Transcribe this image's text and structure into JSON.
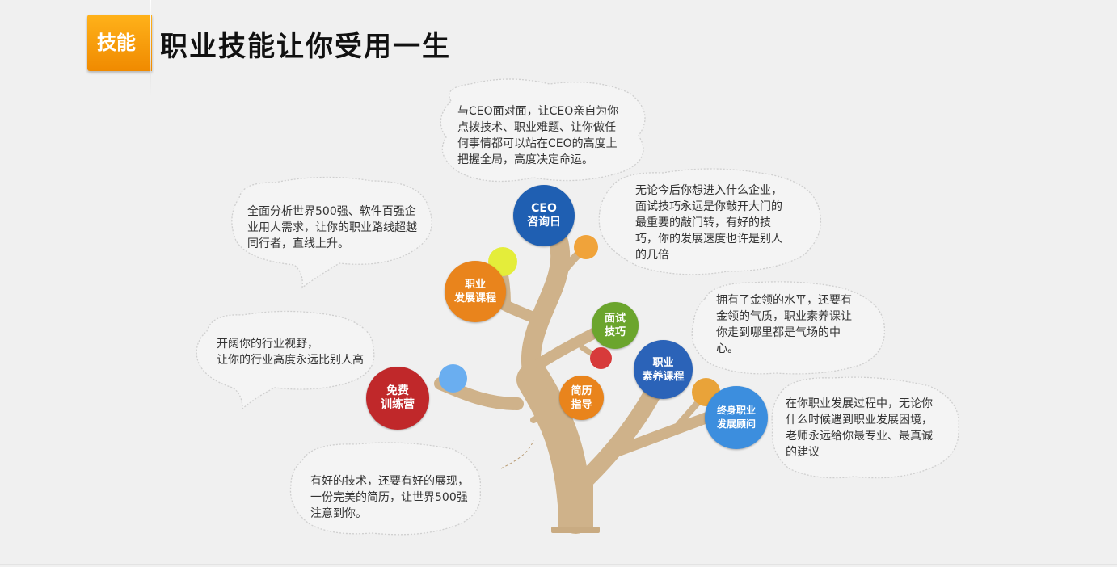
{
  "header": {
    "badge": "技能",
    "title": "职业技能让你受用一生"
  },
  "colors": {
    "badge_orange": "#f7a200",
    "node_blue": "#1f5fb2",
    "node_orange": "#e9841c",
    "node_red": "#c0282a",
    "node_green": "#6ba52d",
    "node_light_blue": "#3c8ede",
    "trunk": "#cfb28a"
  },
  "nodes": {
    "ceo": [
      "CEO",
      "咨询日"
    ],
    "career_course": [
      "职业",
      "发展课程"
    ],
    "interview": [
      "面试",
      "技巧"
    ],
    "literacy": [
      "职业",
      "素养课程"
    ],
    "training": [
      "免费",
      "训练营"
    ],
    "resume": [
      "简历",
      "指导"
    ],
    "consultant": [
      "终身职业",
      "发展顾问"
    ]
  },
  "bubbles": {
    "ceo": [
      "与CEO面对面，让CEO亲自为你",
      "点拨技术、职业难题、让你做任",
      "何事情都可以站在CEO的高度上",
      "把握全局，高度决定命运。"
    ],
    "career": [
      "全面分析世界500强、软件百强企",
      "业用人需求，让你的职业路线超越",
      "同行者，直线上升。"
    ],
    "interview": [
      "无论今后你想进入什么企业，",
      "面试技巧永远是你敲开大门的",
      "最重要的敲门转，有好的技",
      "巧，你的发展速度也许是别人",
      "的几倍"
    ],
    "literacy": [
      "拥有了金领的水平，还要有",
      "金领的气质，职业素养课让",
      "你走到哪里都是气场的中",
      "心。"
    ],
    "training": [
      "开阔你的行业视野，",
      "让你的行业高度永远比别人高"
    ],
    "consultant": [
      "在你职业发展过程中，无论你",
      "什么时候遇到职业发展困境，",
      "老师永远给你最专业、最真诚",
      "的建议"
    ],
    "resume": [
      "有好的技术，还要有好的展现，",
      "一份完美的简历，让世界500强",
      "注意到你。"
    ]
  }
}
